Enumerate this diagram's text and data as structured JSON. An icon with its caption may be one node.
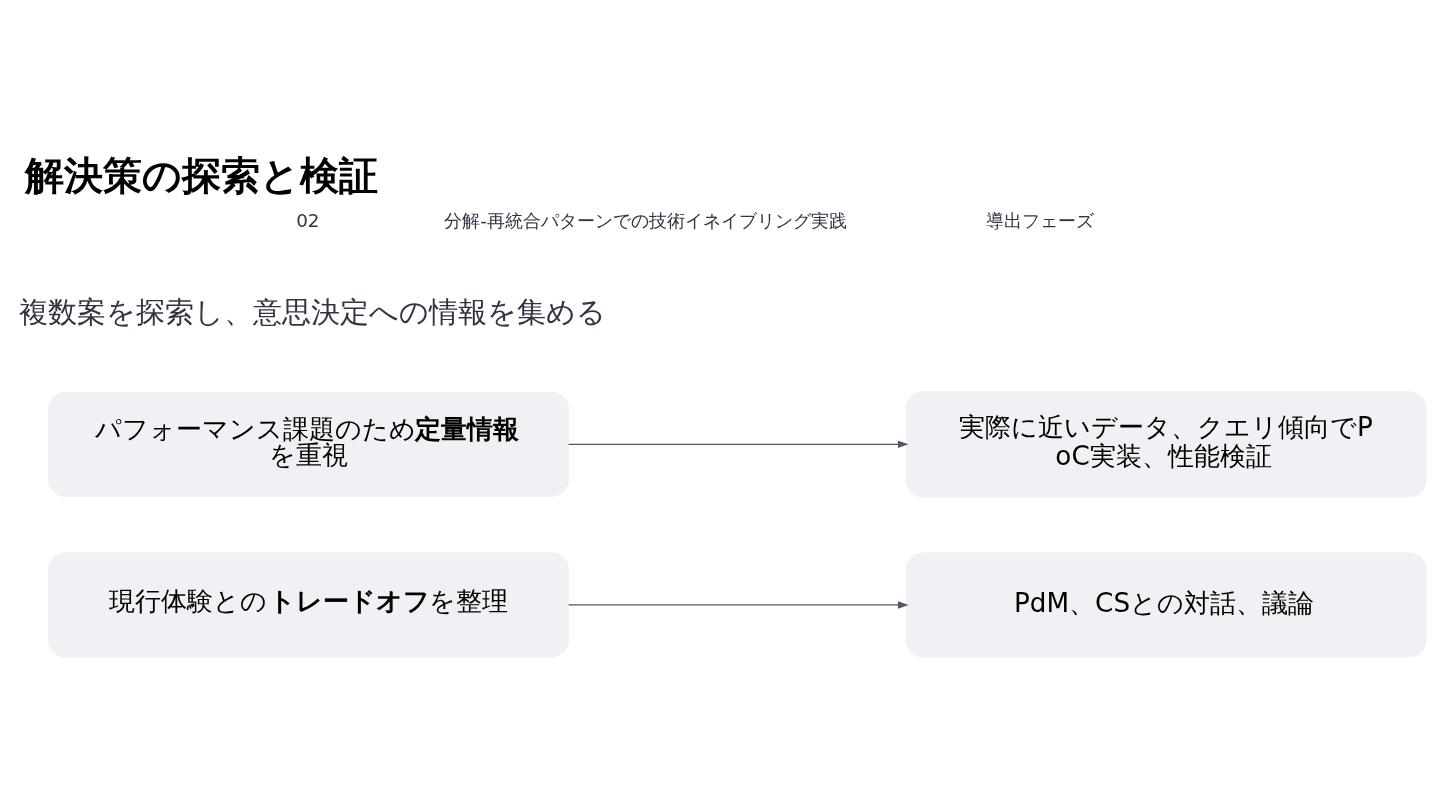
{
  "diagram": {
    "title": "解決策の探索と検証",
    "nodes": [
      {
        "text": [
          "パフォーマンス課題のため**定量情報**を重視"
        ]
      },
      {
        "text": [
          "実際に近いデータ、クエリ傾向でPoC実装、性能検証"
        ]
      },
      {
        "text": [
          "現行体験との**トレードオフ**を整理"
        ]
      },
      {
        "text": [
          "PdM、CSとの対話、議論"
        ]
      }
    ],
    "edges": [
      {
        "from": 0,
        "to": 1,
        "arrow": "to"
      },
      {
        "from": 2,
        "to": 3,
        "arrow": "to"
      }
    ],
    "labels": [
      "02",
      "分解-再統合パターンでの技術イネイブリング実践",
      "導出フェーズ",
      "複数案を探索し、意思決定への情報を集める"
    ]
  }
}
